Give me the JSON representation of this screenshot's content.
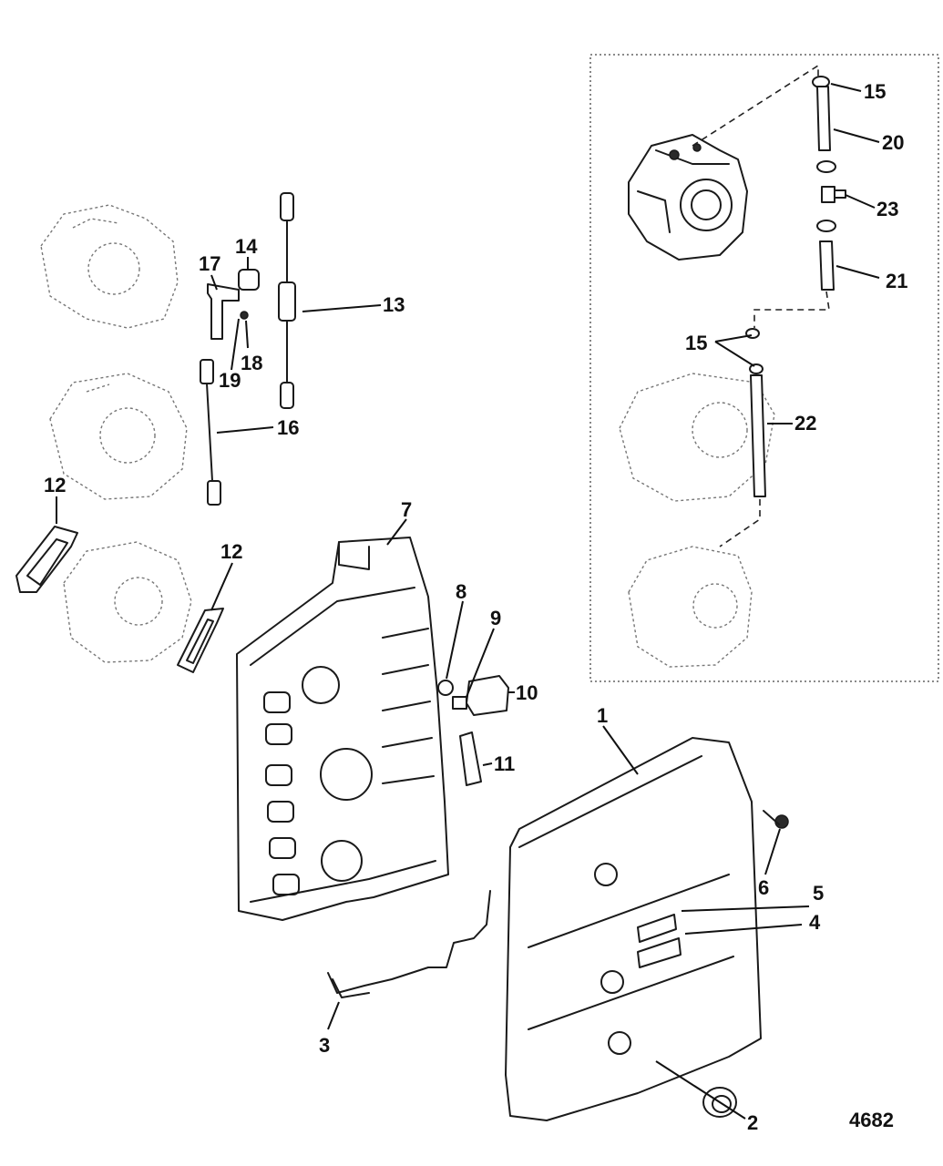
{
  "figure_number": "4682",
  "callouts": {
    "c1": "1",
    "c2": "2",
    "c3": "3",
    "c4": "4",
    "c5": "5",
    "c6": "6",
    "c7": "7",
    "c8": "8",
    "c9": "9",
    "c10": "10",
    "c11": "11",
    "c12a": "12",
    "c12b": "12",
    "c13": "13",
    "c14": "14",
    "c15a": "15",
    "c15b": "15",
    "c16": "16",
    "c17": "17",
    "c18": "18",
    "c19": "19",
    "c20": "20",
    "c21": "21",
    "c22": "22",
    "c23": "23"
  }
}
